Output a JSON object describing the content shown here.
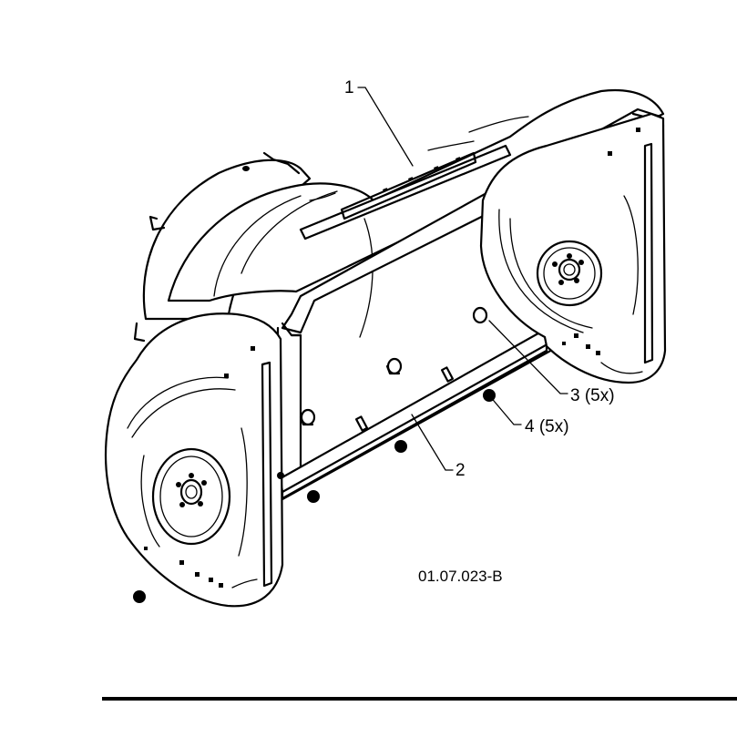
{
  "callouts": [
    {
      "id": "1",
      "label": "1"
    },
    {
      "id": "2",
      "label": "2"
    },
    {
      "id": "3",
      "label": "3 (5x)"
    },
    {
      "id": "4",
      "label": "4 (5x)"
    }
  ],
  "drawing_code": "01.07.023-B",
  "colors": {
    "line": "#000000",
    "background": "#ffffff"
  }
}
